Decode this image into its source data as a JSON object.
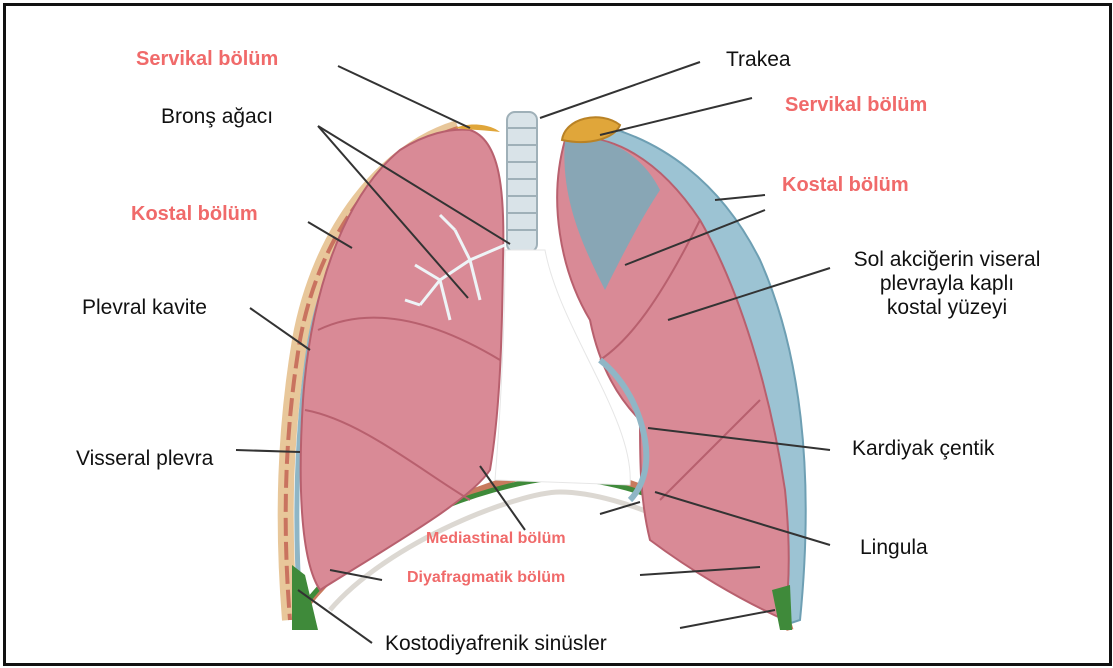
{
  "labels": {
    "servikal_left": "Servikal bölüm",
    "trakea": "Trakea",
    "servikal_right": "Servikal bölüm",
    "bronchial_tree": "Bronş ağacı",
    "kostal_left": "Kostal bölüm",
    "kostal_right": "Kostal bölüm",
    "sol_line1": "Sol akciğerin viseral",
    "sol_line2": "plevrayla kaplı",
    "sol_line3": "kostal yüzeyi",
    "plevral_kavite": "Plevral kavite",
    "visseral_plevra": "Visseral plevra",
    "kardiyak": "Kardiyak çentik",
    "mediastinal": "Mediastinal bölüm",
    "lingula": "Lingula",
    "diyafragmatik": "Diyafragmatik bölüm",
    "kostodiyafrenik": "Kostodiyafrenik sinüsler"
  },
  "colors": {
    "label_red": "#f06a6a",
    "lung_pink": "#d98a96",
    "pleura_blue": "#8fb6c6",
    "cervical_gold": "#e0a63a",
    "diaphragm_green": "#3f8a3a",
    "rib_tan": "#e8c79a"
  }
}
